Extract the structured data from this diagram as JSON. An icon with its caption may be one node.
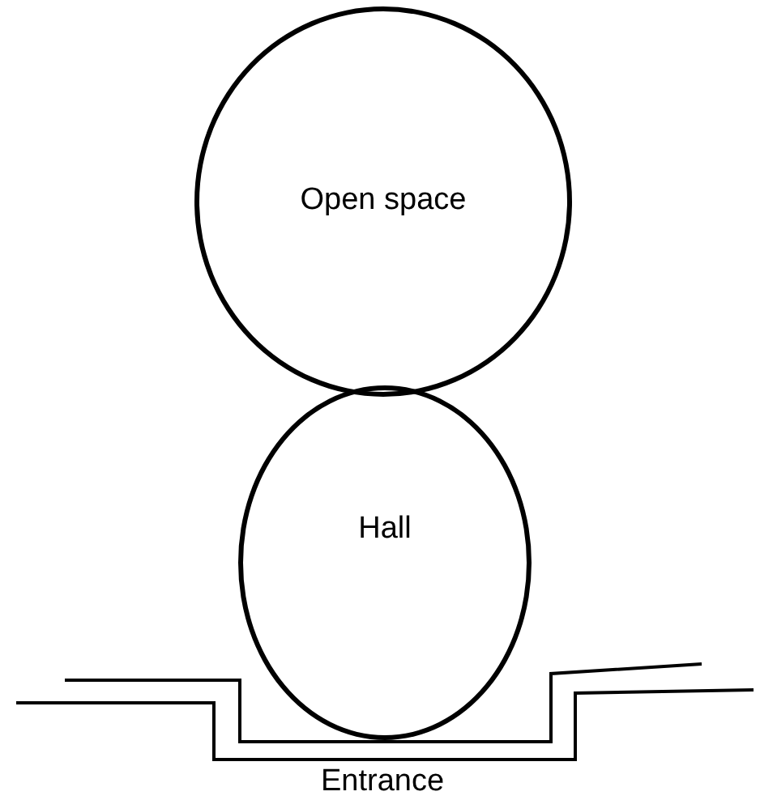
{
  "diagram": {
    "nodes": [
      {
        "text": [
          "Open space"
        ]
      },
      {
        "text": [
          "Hall"
        ]
      }
    ],
    "labels": [
      "Entrance"
    ]
  }
}
